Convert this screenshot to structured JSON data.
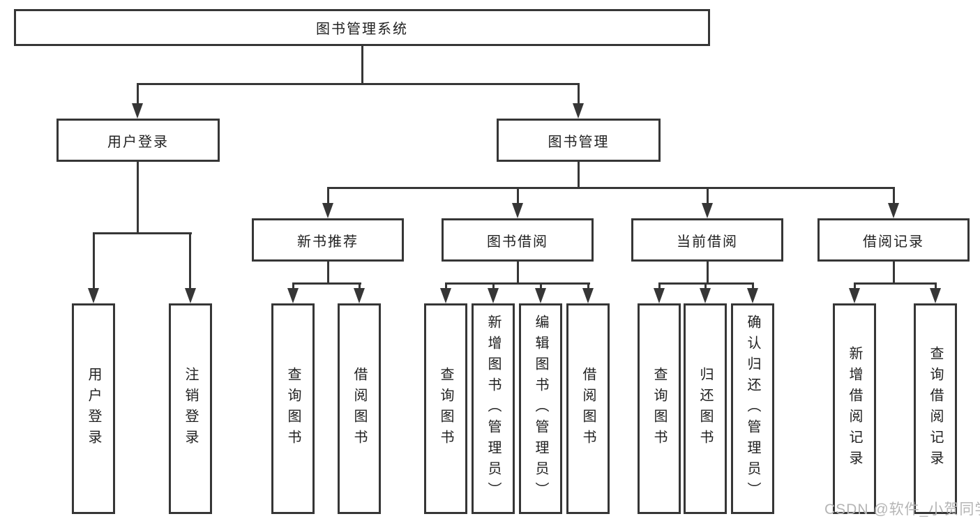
{
  "tree": {
    "root": {
      "label": "图书管理系统",
      "children": [
        {
          "label": "用户登录",
          "children": [
            {
              "label": "用户登录"
            },
            {
              "label": "注销登录"
            }
          ]
        },
        {
          "label": "图书管理",
          "children": [
            {
              "label": "新书推荐",
              "children": [
                {
                  "label": "查询图书"
                },
                {
                  "label": "借阅图书"
                }
              ]
            },
            {
              "label": "图书借阅",
              "children": [
                {
                  "label": "查询图书"
                },
                {
                  "label": "新增图书（管理员）"
                },
                {
                  "label": "编辑图书（管理员）"
                },
                {
                  "label": "借阅图书"
                }
              ]
            },
            {
              "label": "当前借阅",
              "children": [
                {
                  "label": "查询图书"
                },
                {
                  "label": "归还图书"
                },
                {
                  "label": "确认归还（管理员）"
                }
              ]
            },
            {
              "label": "借阅记录",
              "children": [
                {
                  "label": "新增借阅记录"
                },
                {
                  "label": "查询借阅记录"
                }
              ]
            }
          ]
        }
      ]
    }
  },
  "watermark": {
    "text": "CSDN @软件_小贺同学"
  },
  "colors": {
    "line": "#363636",
    "text": "#212121",
    "background": "#ffffff",
    "watermark": "#b5b5b5"
  }
}
